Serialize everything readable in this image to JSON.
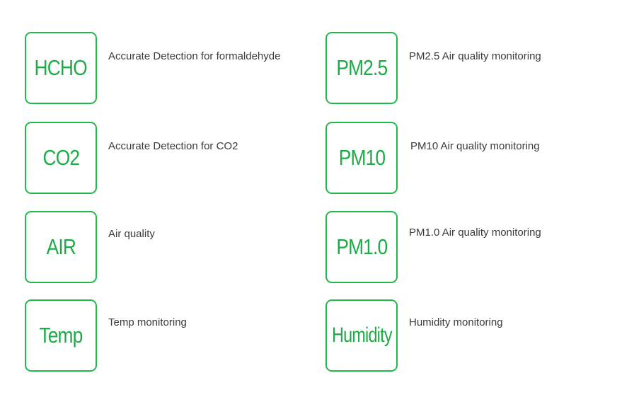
{
  "left": [
    {
      "badge": "HCHO",
      "description": "Accurate Detection for formaldehyde"
    },
    {
      "badge": "CO2",
      "description": "Accurate Detection for CO2"
    },
    {
      "badge": "AIR",
      "description": "Air quality"
    },
    {
      "badge": "Temp",
      "description": "Temp monitoring"
    }
  ],
  "right": [
    {
      "badge": "PM2.5",
      "description": "PM2.5 Air quality monitoring"
    },
    {
      "badge": "PM10",
      "description": "PM10 Air quality monitoring"
    },
    {
      "badge": "PM1.0",
      "description": "PM1.0 Air quality monitoring"
    },
    {
      "badge": "Humidity",
      "description": "Humidity monitoring"
    }
  ],
  "colors": {
    "accent": "#22b84c",
    "text": "#3a3a3a"
  }
}
